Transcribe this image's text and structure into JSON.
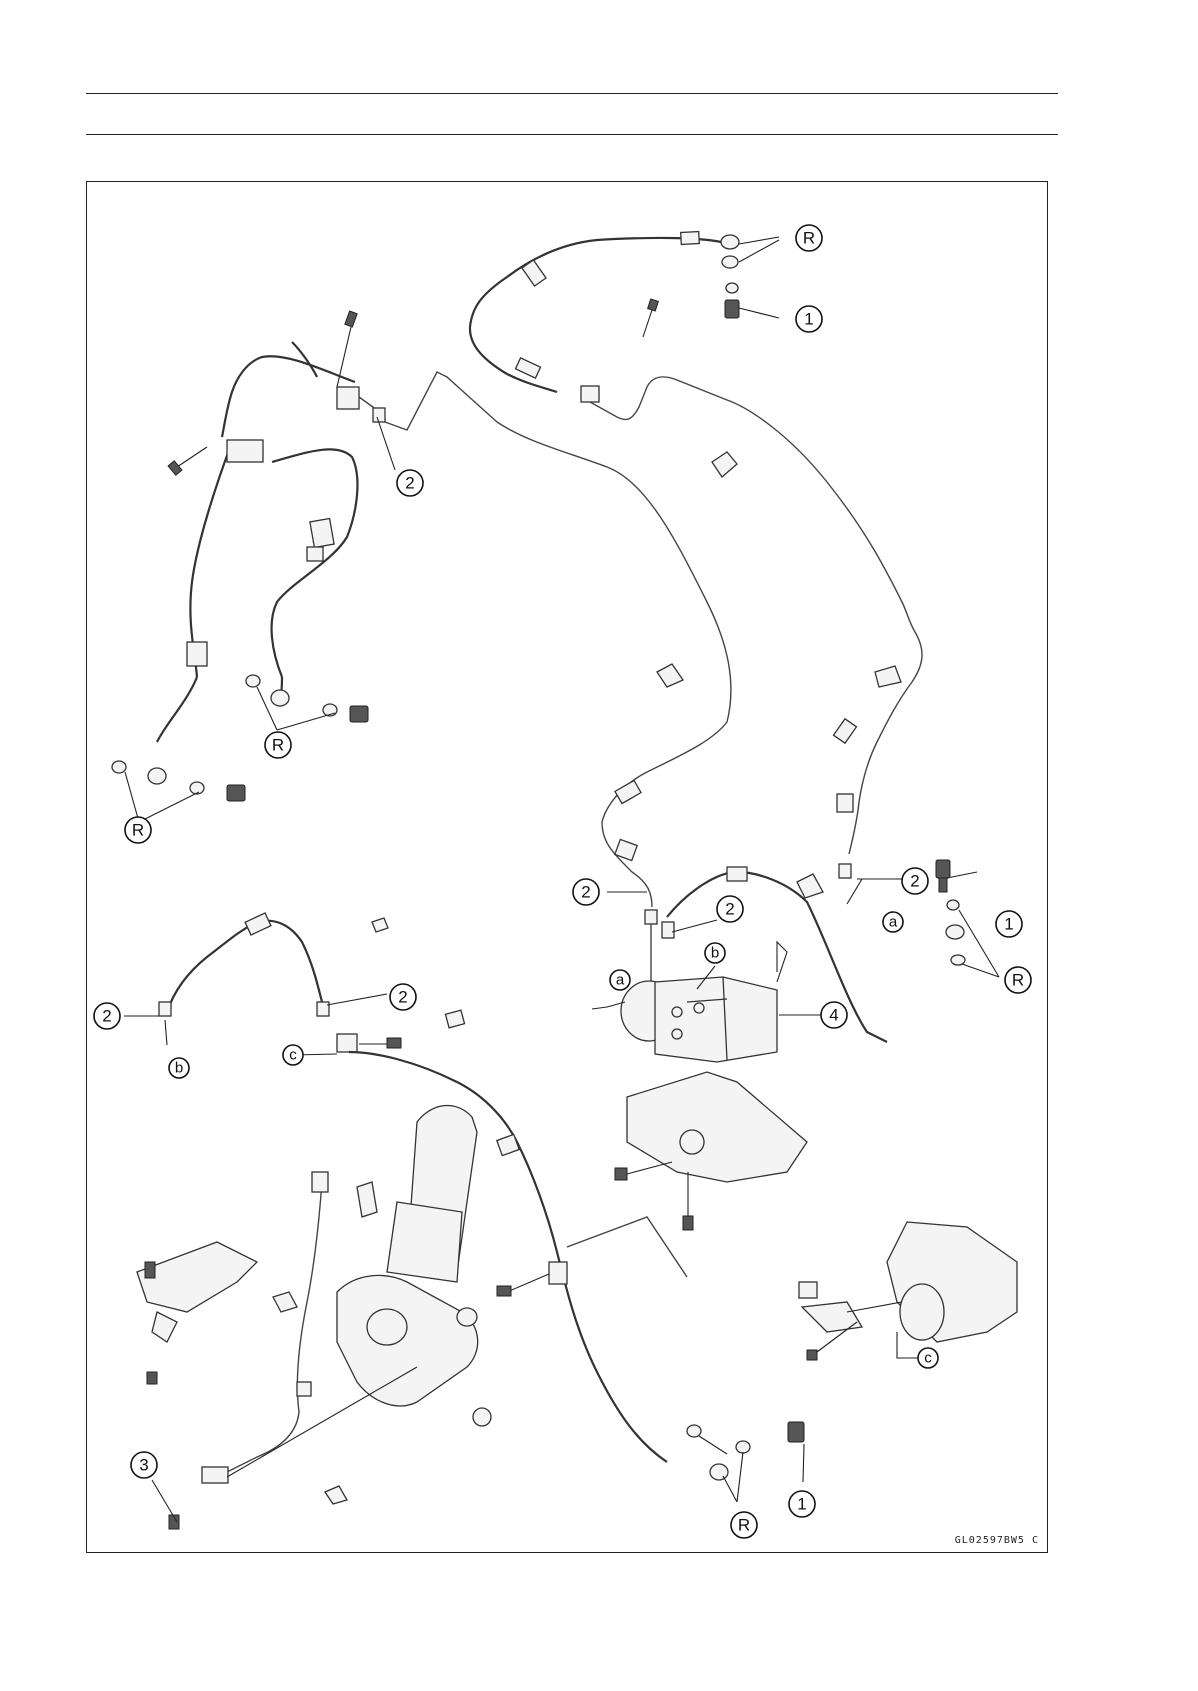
{
  "figure": {
    "code": "GL02597BW5 C",
    "callouts": [
      {
        "id": "c1",
        "label": "R"
      },
      {
        "id": "c2",
        "label": "1"
      },
      {
        "id": "c3",
        "label": "2"
      },
      {
        "id": "c4",
        "label": "R"
      },
      {
        "id": "c5",
        "label": "R"
      },
      {
        "id": "c6",
        "label": "2"
      },
      {
        "id": "c7",
        "label": "2"
      },
      {
        "id": "c8",
        "label": "2"
      },
      {
        "id": "c9",
        "label": "a"
      },
      {
        "id": "c10",
        "label": "1"
      },
      {
        "id": "c11",
        "label": "b"
      },
      {
        "id": "c12",
        "label": "R"
      },
      {
        "id": "c13",
        "label": "a"
      },
      {
        "id": "c14",
        "label": "4"
      },
      {
        "id": "c15",
        "label": "2"
      },
      {
        "id": "c16",
        "label": "b"
      },
      {
        "id": "c17",
        "label": "2"
      },
      {
        "id": "c18",
        "label": "c"
      },
      {
        "id": "c19",
        "label": "c"
      },
      {
        "id": "c20",
        "label": "3"
      },
      {
        "id": "c21",
        "label": "1"
      },
      {
        "id": "c22",
        "label": "R"
      }
    ]
  }
}
